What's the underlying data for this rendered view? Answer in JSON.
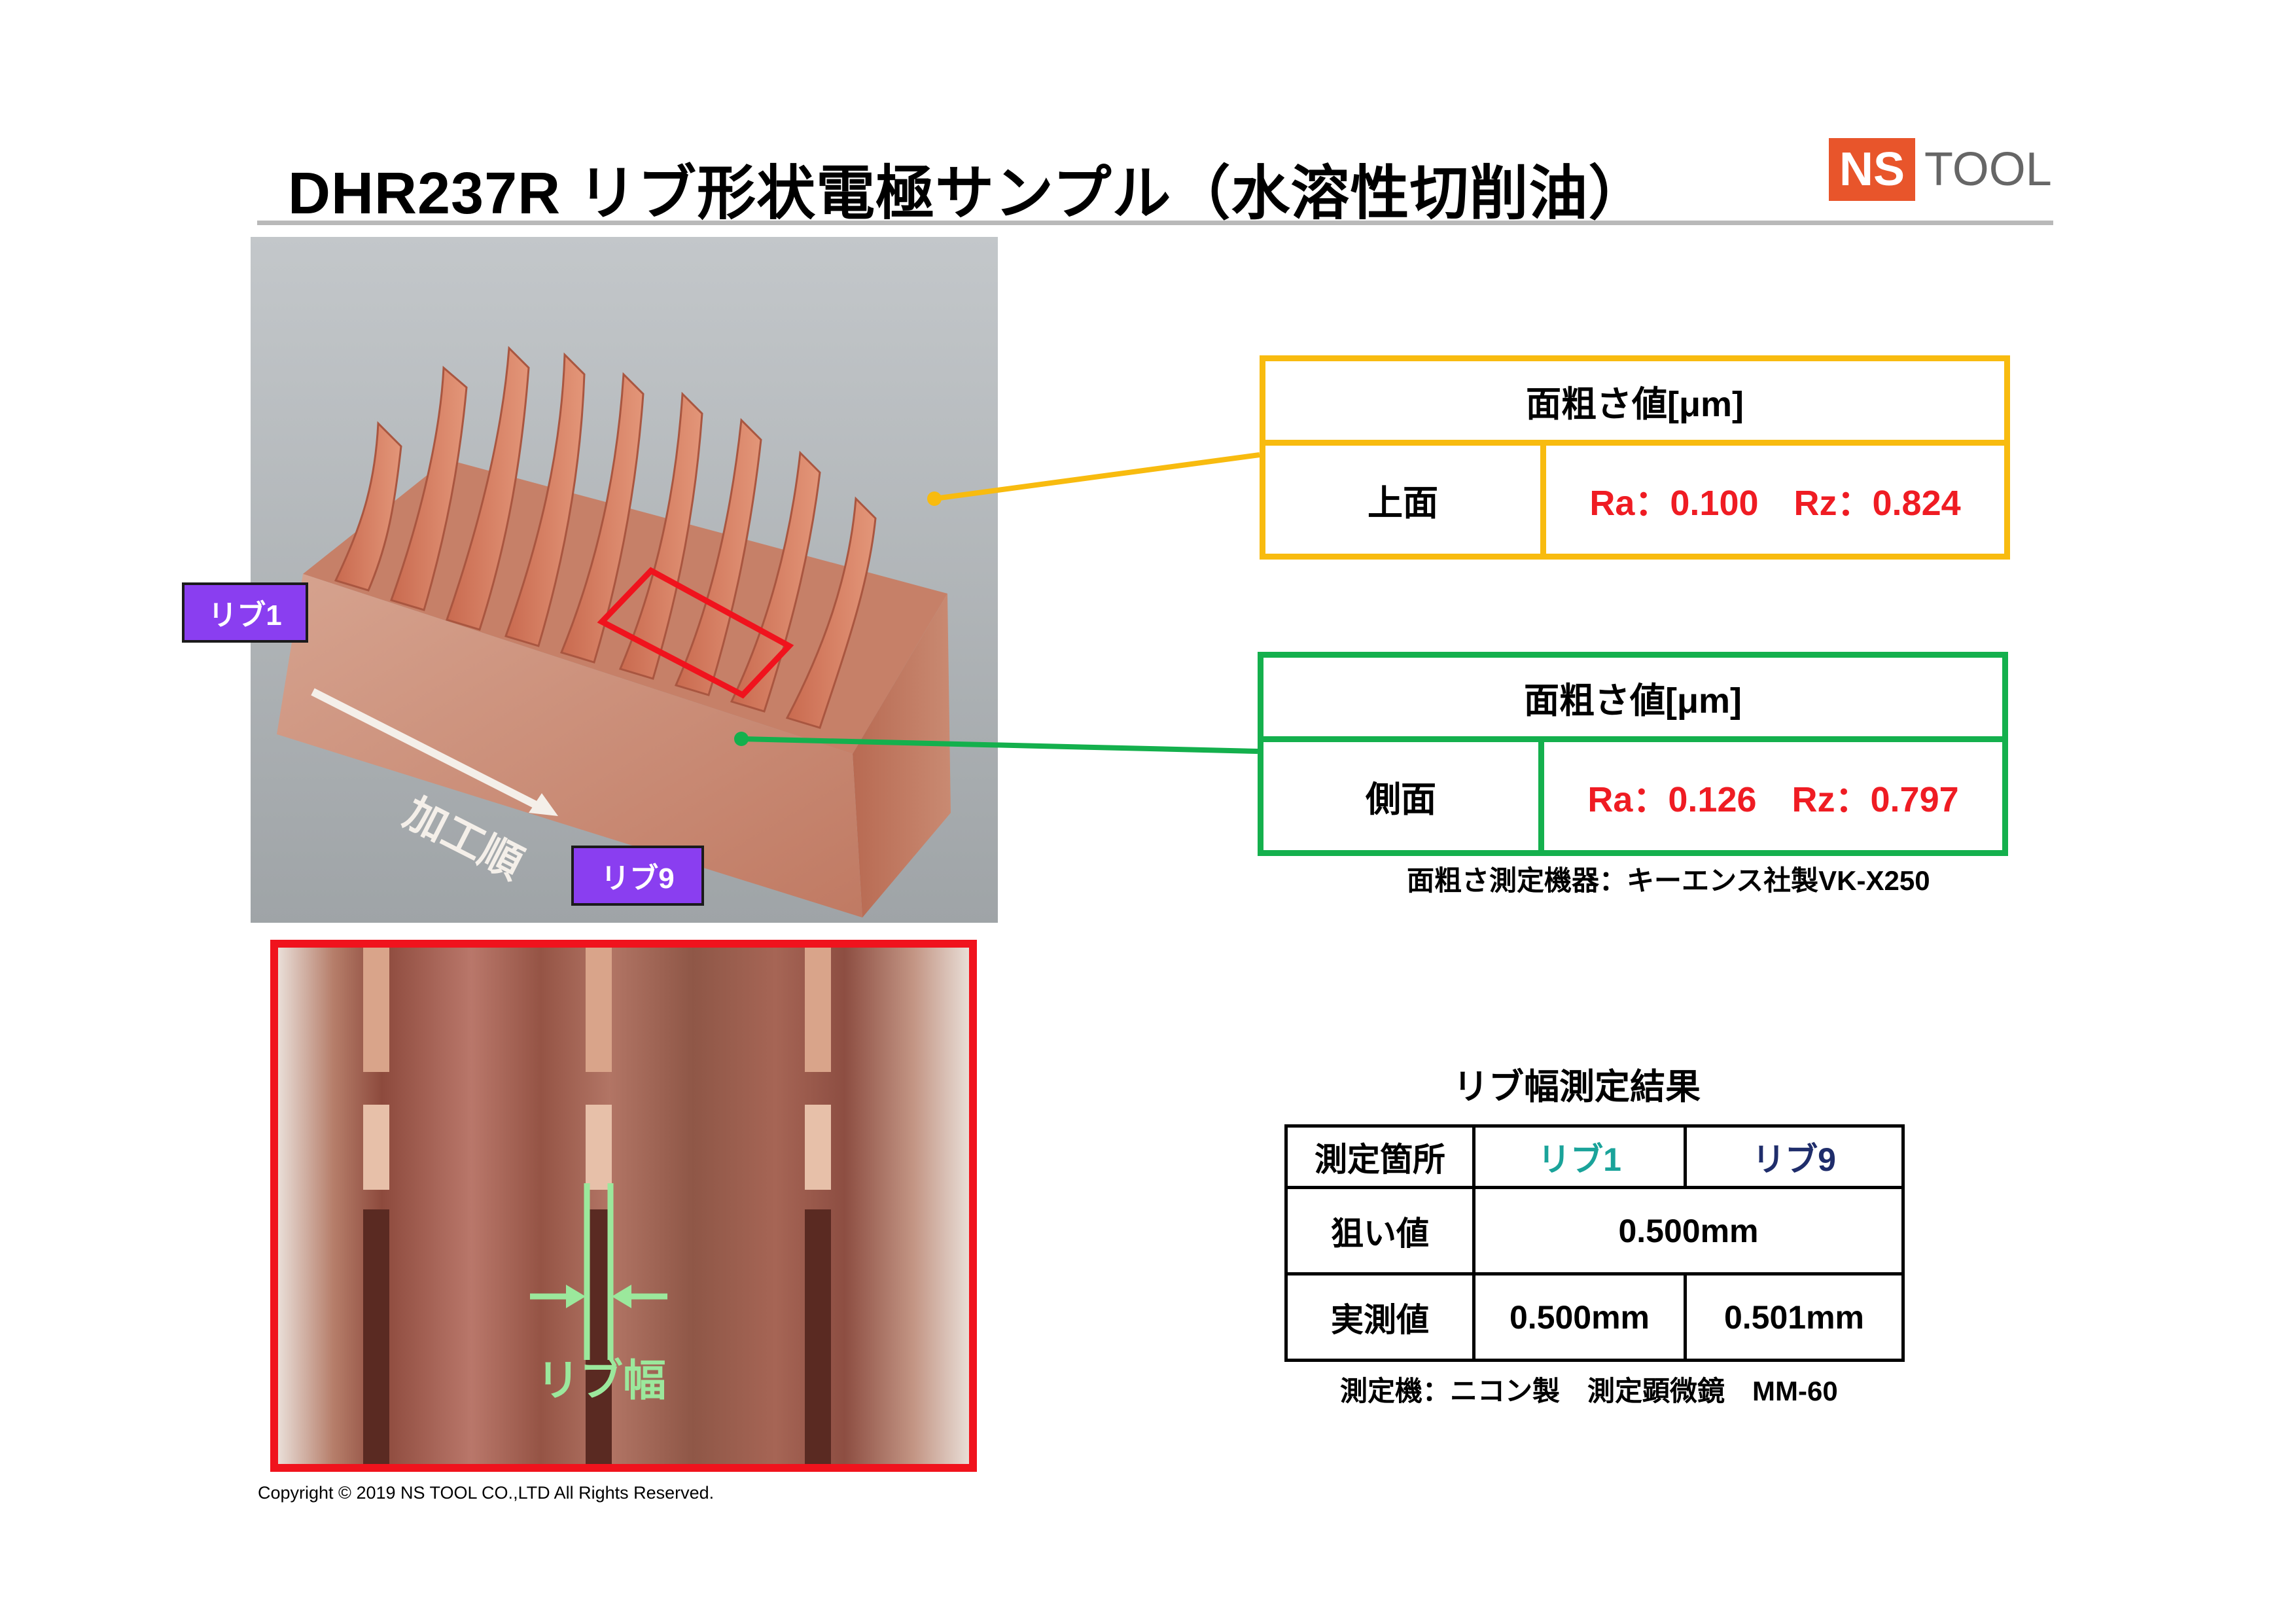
{
  "title": "DHR237R リブ形状電極サンプル（水溶性切削油）",
  "logo": {
    "ns": "NS",
    "tool": "TOOL",
    "ns_color": "#e8552b"
  },
  "photo": {
    "rib_start_label": "リブ1",
    "rib_end_label": "リブ9",
    "direction_label": "加工順",
    "tag_color": "#8a3ef0"
  },
  "zoom_photo": {
    "rib_width_label": "リブ幅",
    "frame_color": "#f0131d"
  },
  "roughness_top": {
    "header": "面粗さ値[μm]",
    "label": "上面",
    "value": "Ra：0.100　Rz：0.824",
    "border_color": "#f8bb0f"
  },
  "roughness_side": {
    "header": "面粗さ値[μm]",
    "label": "側面",
    "value": "Ra：0.126　Rz：0.797",
    "border_color": "#14b04d"
  },
  "roughness_note": "面粗さ測定機器：キーエンス社製VK-X250",
  "rib_table": {
    "title": "リブ幅測定結果",
    "header": {
      "label": "測定箇所",
      "rib1": "リブ1",
      "rib9": "リブ9"
    },
    "target": {
      "label": "狙い値",
      "value": "0.500mm"
    },
    "actual": {
      "label": "実測値",
      "rib1": "0.500mm",
      "rib9": "0.501mm"
    },
    "rib1_color": "#1aa39a",
    "rib9_color": "#1f2d6b"
  },
  "rib_table_note": "測定機：ニコン製　測定顕微鏡　MM-60",
  "copyright": "Copyright © 2019 NS TOOL CO.,LTD All Rights Reserved."
}
